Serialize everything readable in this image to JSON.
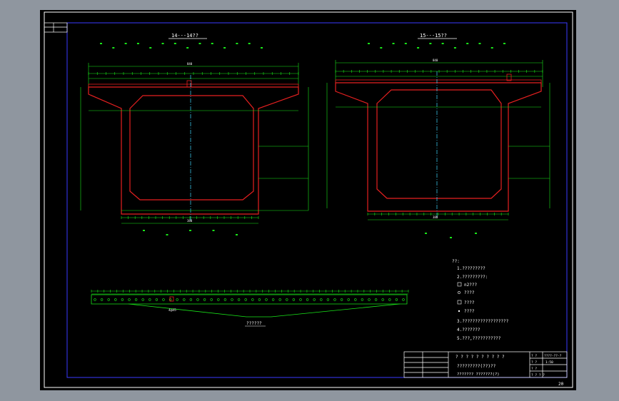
{
  "drawing": {
    "colors": {
      "background": "#8f969f",
      "sheet": "#000000",
      "frame": "#ffffff",
      "border": "#3a3aff",
      "dimension": "#19e619",
      "section": "#e62020",
      "centerline": "#3fd8ff",
      "text": "#ffffff"
    },
    "sheet_number": "20",
    "left_section": {
      "title": "14---14??",
      "overall_width": "840",
      "bottom_width": "380"
    },
    "right_section": {
      "title": "15---15??",
      "overall_width": "840",
      "bottom_width": "380"
    },
    "plan_title": "??????",
    "plan_dim": "4@45",
    "notes": {
      "heading": "??:",
      "lines": [
        "1.?????????",
        "2.?????????:",
        "n2???",
        "????",
        "????",
        "????",
        "3.??????????????????",
        "4.???????",
        "5.???,???????????"
      ]
    },
    "title_block": {
      "project_row": "? ? ? ? ? ? ? ? ? ?",
      "name_row": "?????????(??)??",
      "sub_row": "???????  ???????(?)",
      "scale_label": "? ?",
      "scale_value": "1:50",
      "drawing_no_label": "? ?",
      "drawing_no_value": "????-??-?",
      "date_label": "? ?",
      "sheet_label": "? ? ? ?"
    }
  }
}
